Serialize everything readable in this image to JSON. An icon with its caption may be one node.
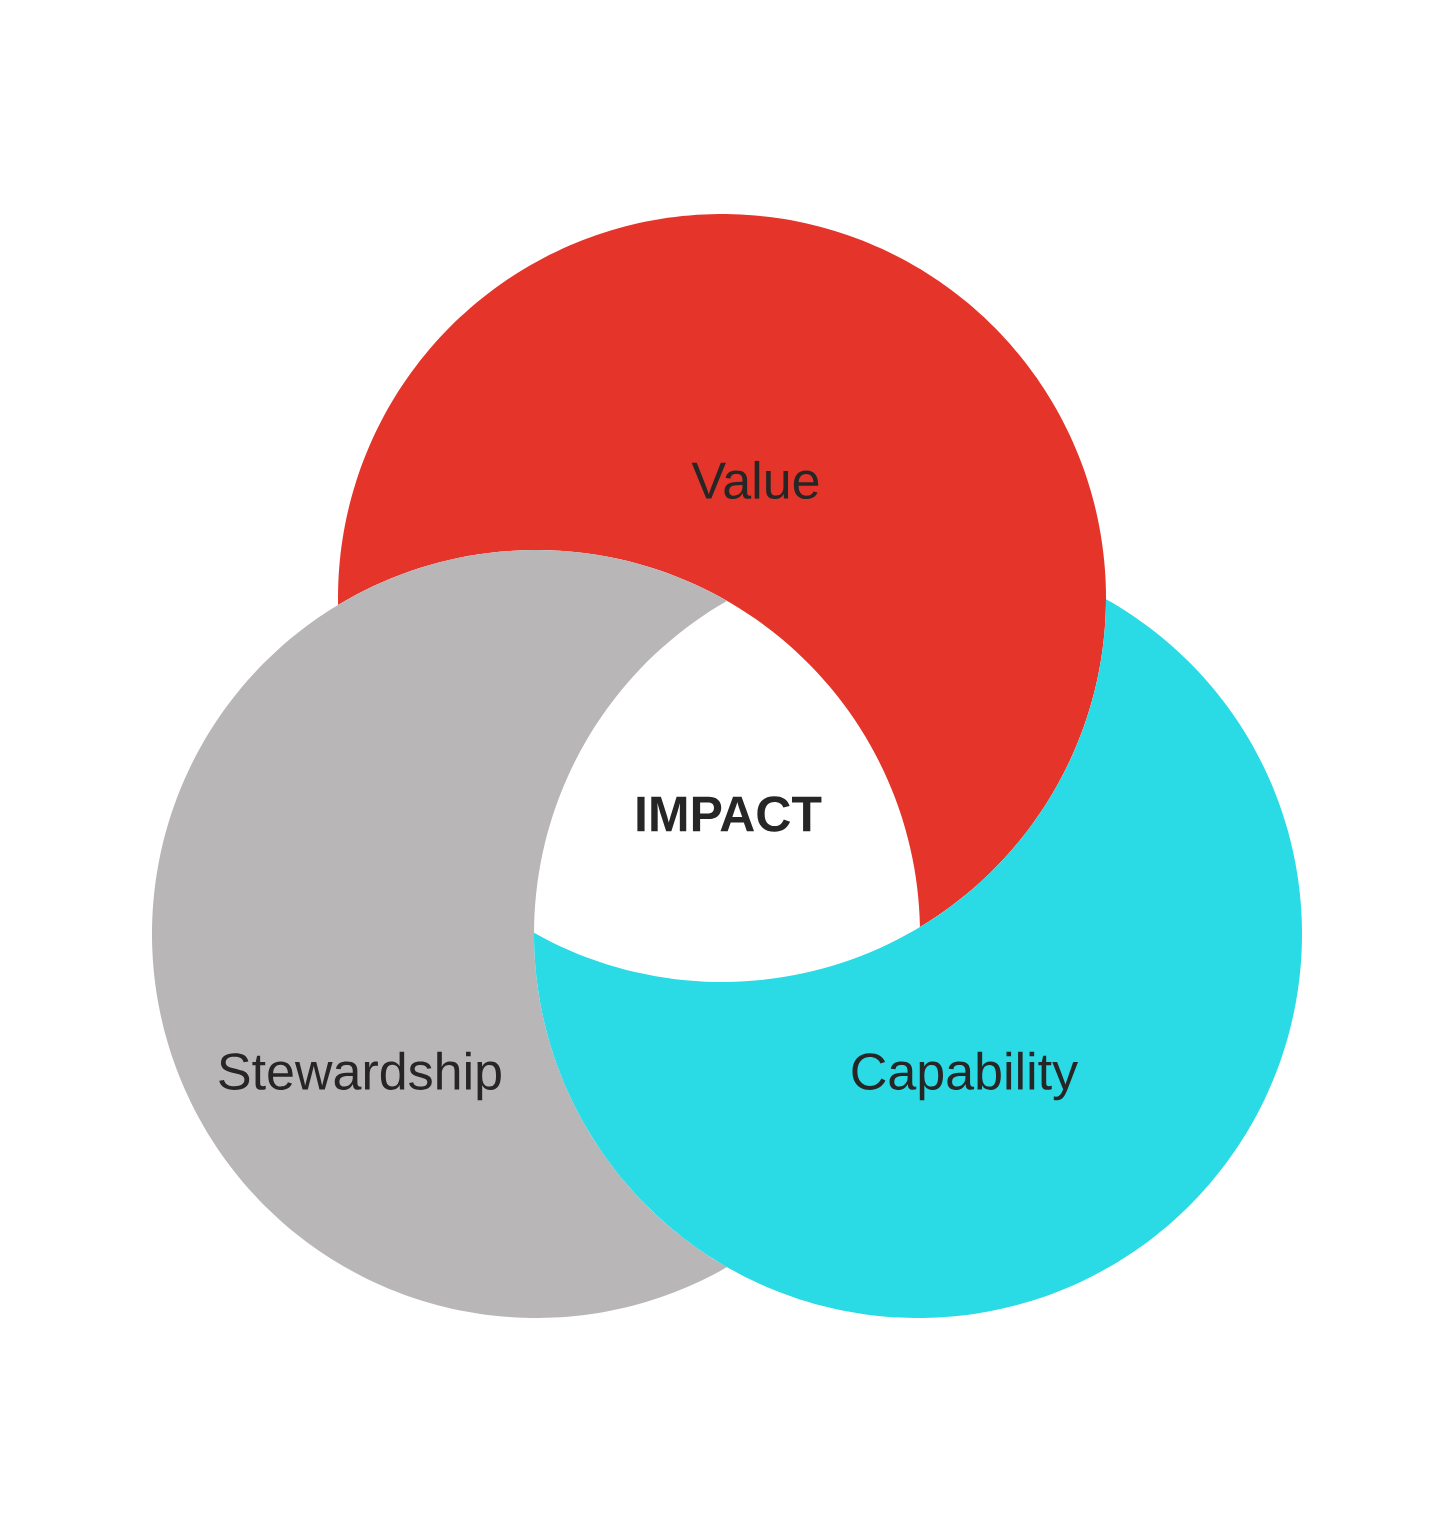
{
  "diagram": {
    "nodes": [
      {
        "text": [
          "Value"
        ]
      },
      {
        "text": [
          "Stewardship"
        ]
      },
      {
        "text": [
          "Capability"
        ]
      },
      {
        "text": [
          "IMPACT"
        ]
      }
    ]
  }
}
